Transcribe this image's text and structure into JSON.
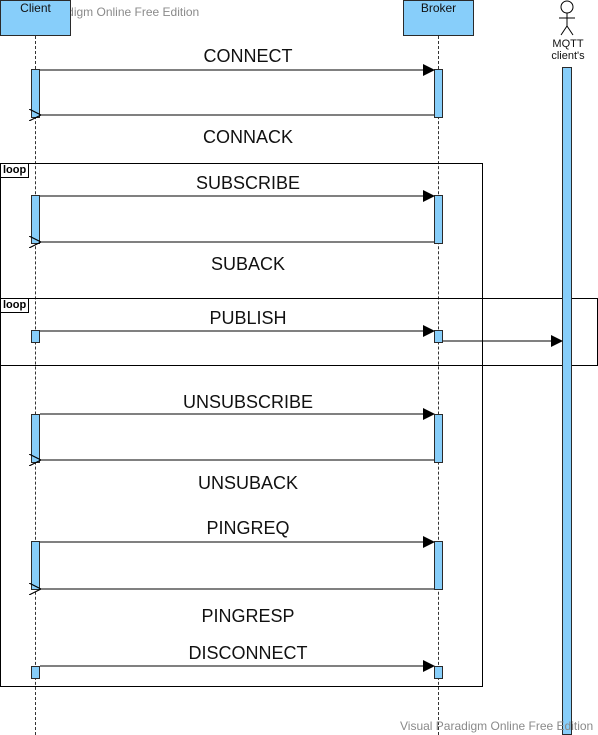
{
  "watermark": {
    "top": "Visual Paradigm Online Free Edition",
    "bottom": "Visual Paradigm Online Free Edition"
  },
  "participants": {
    "client": "Client",
    "broker": "Broker",
    "actor_line1": "MQTT",
    "actor_line2": "client's"
  },
  "fragments": {
    "outer_tag": "loop",
    "inner_tag": "loop"
  },
  "messages": {
    "connect": "CONNECT",
    "connack": "CONNACK",
    "subscribe": "SUBSCRIBE",
    "suback": "SUBACK",
    "publish": "PUBLISH",
    "unsubscribe": "UNSUBSCRIBE",
    "unsuback": "UNSUBACK",
    "pingreq": "PINGREQ",
    "pingresp": "PINGRESP",
    "disconnect": "DISCONNECT"
  },
  "colors": {
    "participant_fill": "#87CEFA",
    "line": "#000000"
  }
}
